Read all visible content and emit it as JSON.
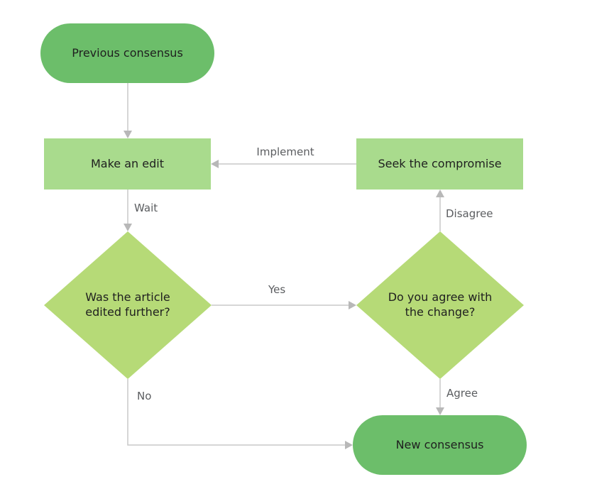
{
  "diagram": {
    "type": "flowchart",
    "topic": "Consensus editing process"
  },
  "colors": {
    "terminator_fill": "#6cbe6a",
    "process_fill": "#a9db8d",
    "decision_fill": "#b6da77",
    "node_text": "#1f1f1f",
    "connector_line": "#c9c9c9",
    "arrowhead": "#b8b8b8",
    "label_text": "#5b5d60",
    "background": "#ffffff"
  },
  "nodes": {
    "previous_consensus": {
      "label": "Previous consensus",
      "shape": "terminator"
    },
    "make_an_edit": {
      "label": "Make an edit",
      "shape": "process"
    },
    "seek_the_compromise": {
      "label": "Seek the compromise",
      "shape": "process"
    },
    "was_the_article_edited_further": {
      "label": "Was the article\nedited further?",
      "shape": "decision"
    },
    "do_you_agree_with_the_change": {
      "label": "Do you agree with\nthe change?",
      "shape": "decision"
    },
    "new_consensus": {
      "label": "New consensus",
      "shape": "terminator"
    }
  },
  "edges": [
    {
      "from": "previous_consensus",
      "to": "make_an_edit",
      "label": ""
    },
    {
      "from": "seek_the_compromise",
      "to": "make_an_edit",
      "label": "Implement"
    },
    {
      "from": "make_an_edit",
      "to": "was_the_article_edited_further",
      "label": "Wait"
    },
    {
      "from": "was_the_article_edited_further",
      "to": "do_you_agree_with_the_change",
      "label": "Yes"
    },
    {
      "from": "do_you_agree_with_the_change",
      "to": "seek_the_compromise",
      "label": "Disagree"
    },
    {
      "from": "do_you_agree_with_the_change",
      "to": "new_consensus",
      "label": "Agree"
    },
    {
      "from": "was_the_article_edited_further",
      "to": "new_consensus",
      "label": "No"
    }
  ]
}
